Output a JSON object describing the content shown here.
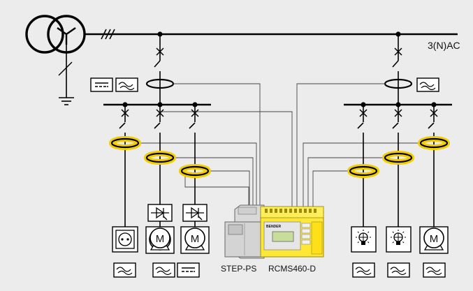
{
  "labels": {
    "supply": "3(N)AC",
    "step_ps": "STEP-PS",
    "rcms": "RCMS460-D",
    "motor": "M",
    "brand": "BENDER"
  },
  "colors": {
    "background": "#ececec",
    "ct_highlight": "#f2cd00",
    "device_yellow": "#ffe835",
    "device_grey": "#dcdcdc",
    "display_green": "#c9dd9a"
  },
  "icons": [
    "transformer-icon",
    "earth-icon",
    "three-phase-wire-icon",
    "breaker-icon",
    "dc-symbol-icon",
    "ac-waveform-icon",
    "socket-icon",
    "thyristor-icon",
    "motor-icon",
    "lamp-icon",
    "current-transformer-icon"
  ]
}
